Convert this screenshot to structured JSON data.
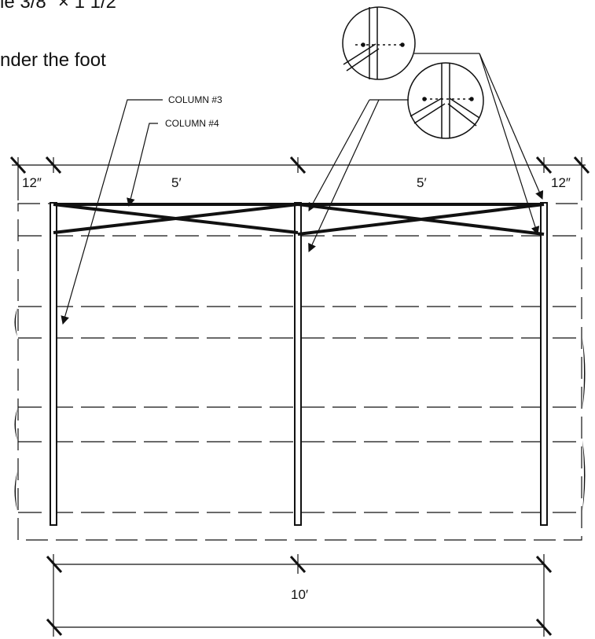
{
  "notes": {
    "line1": "le 3/8\" × 1 1/2",
    "line2": "nder the foot"
  },
  "callouts": {
    "column3": "COLUMN #3",
    "column4": "COLUMN #4"
  },
  "dimensions": {
    "left_margin": "12″",
    "bay_left": "5′",
    "bay_right": "5′",
    "right_margin": "12″",
    "overall": "10′"
  },
  "colors": {
    "ink": "#111111",
    "background": "#ffffff"
  }
}
